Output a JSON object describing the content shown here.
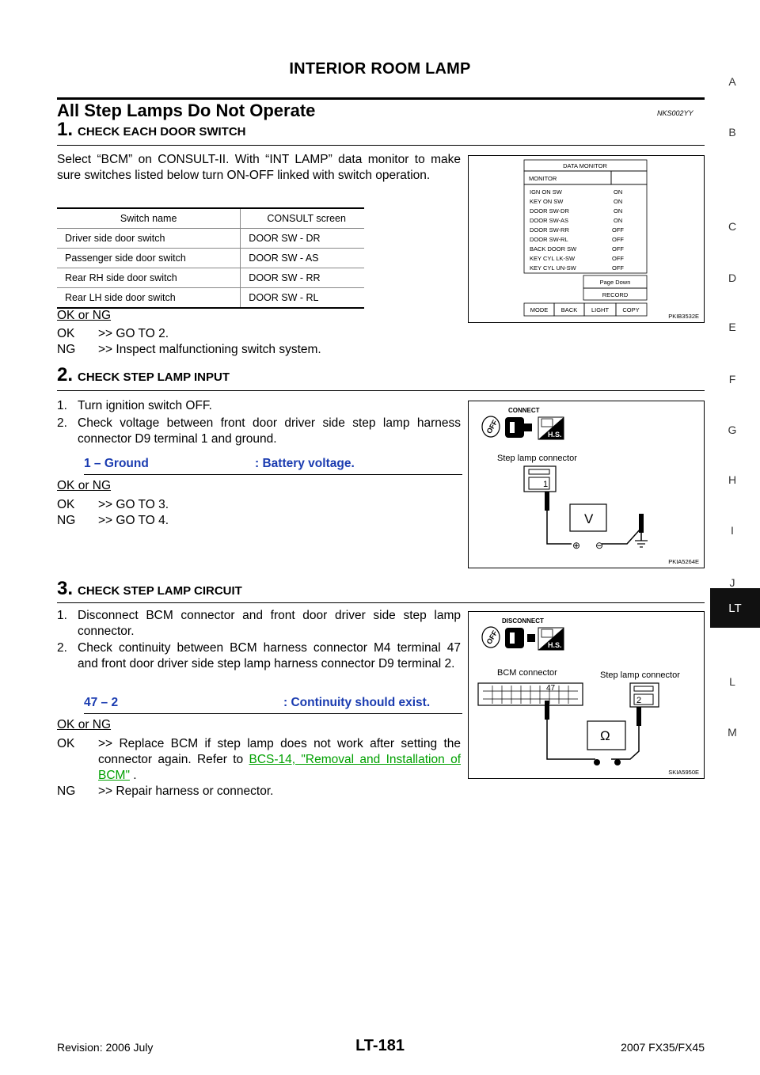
{
  "header": {
    "title": "INTERIOR ROOM LAMP"
  },
  "section": {
    "title": "All Step Lamps Do Not Operate",
    "code": "NKS002YY"
  },
  "steps": [
    {
      "num": "1.",
      "title": "CHECK EACH DOOR SWITCH",
      "intro": "Select “BCM” on CONSULT-II. With “INT LAMP” data monitor to make sure switches listed below turn ON-OFF linked with switch operation.",
      "table": {
        "headers": [
          "Switch name",
          "CONSULT screen"
        ],
        "rows": [
          [
            "Driver side door switch",
            "DOOR SW - DR"
          ],
          [
            "Passenger side door switch",
            "DOOR SW - AS"
          ],
          [
            "Rear RH side door switch",
            "DOOR SW - RR"
          ],
          [
            "Rear LH side door switch",
            "DOOR SW - RL"
          ]
        ]
      },
      "okng": "OK or NG",
      "results": [
        {
          "key": "OK",
          "text": ">> GO TO 2."
        },
        {
          "key": "NG",
          "text": ">> Inspect malfunctioning switch system."
        }
      ],
      "figure": {
        "code": "PKIB3532E",
        "title": "DATA MONITOR",
        "monitor": "MONITOR",
        "items": [
          [
            "IGN ON SW",
            "ON"
          ],
          [
            "KEY ON SW",
            "ON"
          ],
          [
            "DOOR SW-DR",
            "ON"
          ],
          [
            "DOOR SW-AS",
            "ON"
          ],
          [
            "DOOR SW-RR",
            "OFF"
          ],
          [
            "DOOR SW-RL",
            "OFF"
          ],
          [
            "BACK DOOR SW",
            "OFF"
          ],
          [
            "KEY CYL LK-SW",
            "OFF"
          ],
          [
            "KEY CYL UN-SW",
            "OFF"
          ]
        ],
        "page_down": "Page Down",
        "record": "RECORD",
        "buttons": [
          "MODE",
          "BACK",
          "LIGHT",
          "COPY"
        ]
      }
    },
    {
      "num": "2.",
      "title": "CHECK STEP LAMP INPUT",
      "items": [
        "Turn ignition switch OFF.",
        "Check voltage between front door driver side step lamp harness connector D9 terminal 1 and ground."
      ],
      "spec_left": "1 – Ground",
      "spec_right": ": Battery voltage.",
      "okng": "OK or NG",
      "results": [
        {
          "key": "OK",
          "text": ">> GO TO 3."
        },
        {
          "key": "NG",
          "text": ">> GO TO 4."
        }
      ],
      "figure": {
        "code": "PKIA5264E",
        "state": "CONNECT",
        "off": "OFF",
        "hs": "H.S.",
        "connector_label": "Step lamp connector",
        "terminal": "1",
        "meter": "V"
      }
    },
    {
      "num": "3.",
      "title": "CHECK STEP LAMP CIRCUIT",
      "items": [
        "Disconnect BCM connector and front door driver side step lamp connector.",
        "Check continuity between BCM harness connector M4 terminal 47 and front door driver side step lamp harness connector D9 terminal 2."
      ],
      "spec_left": "47 – 2",
      "spec_right": ": Continuity should exist.",
      "okng": "OK or NG",
      "results": [
        {
          "key": "OK",
          "text_pre": ">> Replace BCM if step lamp does not work after setting the connector again. Refer to ",
          "link": "BCS-14, \"Removal and Installation of BCM\"",
          "text_post": " ."
        },
        {
          "key": "NG",
          "text": ">> Repair harness or connector."
        }
      ],
      "figure": {
        "code": "SKIA5950E",
        "state": "DISCONNECT",
        "off": "OFF",
        "hs": "H.S.",
        "bcm_label": "BCM connector",
        "bcm_terminal": "47",
        "step_label": "Step lamp connector",
        "step_terminal": "2",
        "meter": "Ω"
      }
    }
  ],
  "side_index": [
    "A",
    "B",
    "C",
    "D",
    "E",
    "F",
    "G",
    "H",
    "I",
    "J",
    "LT",
    "L",
    "M"
  ],
  "footer": {
    "revision": "Revision: 2006 July",
    "page": "LT-181",
    "model": "2007 FX35/FX45"
  }
}
